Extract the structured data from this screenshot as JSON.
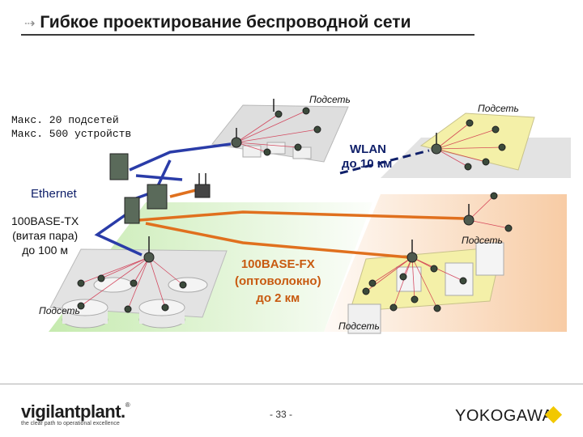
{
  "title": "Гибкое проектирование беспроводной сети",
  "title_icon": "arrow-icon",
  "labels": {
    "subnet": "Подсеть",
    "max_subnets": "Макс. 20 подсетей",
    "max_devices": "Макс. 500 устройств",
    "wlan_line1": "WLAN",
    "wlan_line2": "до 10 км",
    "ethernet": "Ethernet",
    "tx_line1": "100BASE-TX",
    "tx_line2": "(витая пара)",
    "tx_line3": "до 100 м",
    "fx_line1": "100BASE-FX",
    "fx_line2": "(оптоволокно)",
    "fx_line3": "до 2 км"
  },
  "footer": {
    "brand": "vigilantplant.",
    "brand_tm": "®",
    "tagline": "the clear path to operational excellence",
    "page": "- 33 -",
    "company": "YOKOGAWA"
  },
  "colors": {
    "ethernet_link": "#2a3ca8",
    "fiber_link": "#e0701e",
    "wlan_link": "#10206a",
    "green_zone": "#bfe8a6",
    "orange_zone": "#f7c9a0",
    "yellow_platform": "#f4f0a8",
    "wireless_ray": "#d0304a",
    "logo_accent": "#f2c800"
  }
}
